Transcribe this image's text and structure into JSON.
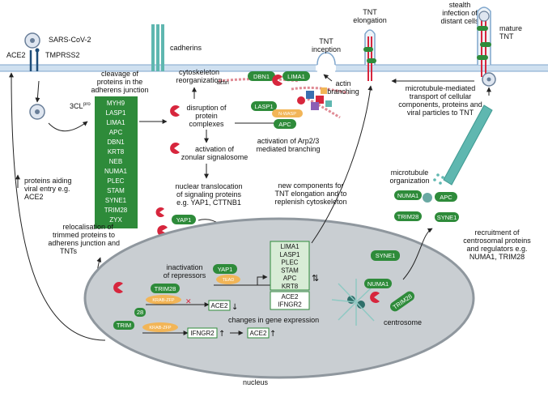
{
  "labels": {
    "sars": "SARS-CoV-2",
    "ace2_top": "ACE2",
    "tmprss2": "TMPRSS2",
    "cadherins": "cadherins",
    "cleavage": [
      "cleavage of",
      "proteins in the",
      "adherens junction"
    ],
    "clpro": "3CL",
    "clpro_sup": "pro",
    "cytoskeleton": [
      "cytoskeleton",
      "reorganization"
    ],
    "disruption": [
      "disruption of",
      "protein",
      "complexes"
    ],
    "activation_zonular": [
      "activation of",
      "zonular signalosome"
    ],
    "nuclear_transloc": [
      "nuclear translocation",
      "of signaling proteins",
      "e.g. YAP1, CTTNB1"
    ],
    "tnt_inception": [
      "TNT",
      "inception"
    ],
    "tnt_elongation": [
      "TNT",
      "elongation"
    ],
    "actin": "actin",
    "actin_branching": [
      "actin",
      "branching"
    ],
    "arp_activation": [
      "activation of Arp2/3",
      "mediated branching"
    ],
    "stealth": [
      "stealth",
      "infection of",
      "distant cells"
    ],
    "mature_tnt": [
      "mature",
      "TNT"
    ],
    "microtubule_transport": [
      "microtubule-mediated",
      "transport of cellular",
      "components, proteins and",
      "viral particles to TNT"
    ],
    "new_components": [
      "new  components for",
      "TNT elongation and to",
      "replenish cytoskeleton"
    ],
    "mt_org": [
      "microtubule",
      "organization"
    ],
    "recruitment": [
      "recruitment of",
      "centrosomal proteins",
      "and regulators e.g.",
      "NUMA1, TRIM28"
    ],
    "proteins_aiding": [
      "proteins aiding",
      "viral entry e.g.",
      "ACE2"
    ],
    "relocalisation": [
      "relocalisation of",
      "trimmed proteins to",
      "adherens junction and",
      "TNTs"
    ],
    "inactivation": [
      "inactivation",
      "of repressors"
    ],
    "changes": "changes in gene expression",
    "centrosome": "centrosome",
    "nucleus": "nucleus"
  },
  "proteins_list": [
    "MYH9",
    "LASP1",
    "LIMA1",
    "APC",
    "DBN1",
    "KRT8",
    "NEB",
    "NUMA1",
    "PLEC",
    "STAM",
    "SYNE1",
    "TRIM28",
    "ZYX"
  ],
  "nuclear_genes": [
    "LIMA1",
    "LASP1",
    "PLEC",
    "STAM",
    "APC",
    "KRT8"
  ],
  "nuclear_genes2": [
    "ACE2",
    "IFNGR2"
  ],
  "pills": {
    "dbn1": "DBN1",
    "lima1": "LIMA1",
    "lasp1": "LASP1",
    "nwasp": "N-WASP",
    "apc_arp": "APC",
    "yap1_cyto": "YAP1",
    "yap1_nuc": "YAP1",
    "tead": "TEAD",
    "trim28_nuc": "TRIM28",
    "krab1": "KRAB-ZFP",
    "krab2": "KRAB-ZFP",
    "trim": "TRIM",
    "n28": "28",
    "numa1_mt": "NUMA1",
    "apc_mt": "APC",
    "trim28_mt": "TRIM28",
    "syne1_mt": "SYNE1",
    "syne1_nuc": "SYNE1",
    "numa1_nuc": "NUMA1",
    "trim28_nuc2": "TRIM28"
  },
  "gene_boxes": {
    "ace2_mid": "ACE2",
    "ifngr2": "IFNGR2",
    "ace2_low": "ACE2"
  },
  "colors": {
    "green": "#2e8b3a",
    "light_green": "#d8ecd6",
    "red": "#d7263d",
    "teal": "#5fb7b0",
    "nucleus_fill": "#c9ced2",
    "membrane": "#a9c9e6"
  }
}
